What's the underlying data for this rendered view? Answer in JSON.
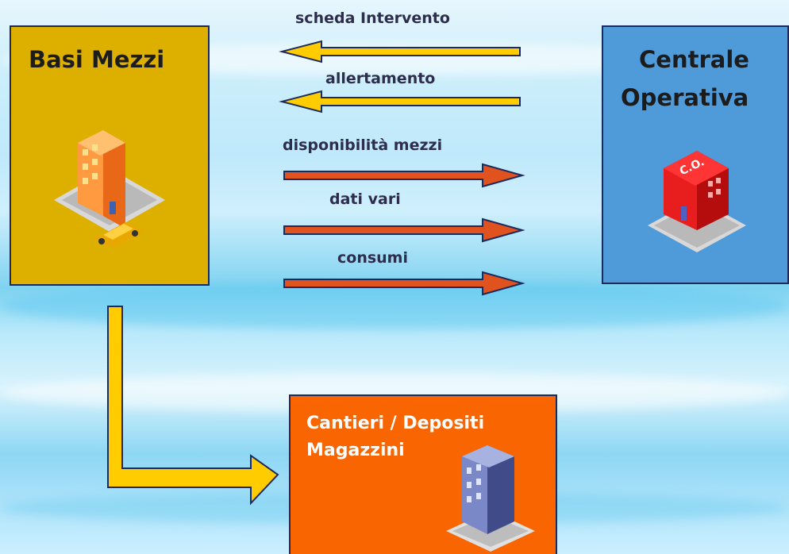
{
  "nodes": {
    "basi_mezzi": {
      "title": "Basi Mezzi",
      "fill": "#ddb000"
    },
    "centrale_operativa": {
      "title_line1": "Centrale",
      "title_line2": "Operativa",
      "fill": "#4f9bda",
      "badge": "C.O."
    },
    "cantieri": {
      "title_line1": "Cantieri / Depositi",
      "title_line2": "Magazzini",
      "fill": "#f96500"
    }
  },
  "arrows": {
    "to_basi": [
      {
        "label": "scheda Intervento",
        "color": "#ffcc00"
      },
      {
        "label": "allertamento",
        "color": "#ffcc00"
      }
    ],
    "to_centrale": [
      {
        "label": "disponibilità mezzi",
        "color": "#e0531f"
      },
      {
        "label": "dati vari",
        "color": "#e0531f"
      },
      {
        "label": "consumi",
        "color": "#e0531f"
      }
    ],
    "to_cantieri": {
      "color": "#ffcc00"
    }
  },
  "icons": {
    "basi_building": "orange-building-with-car-icon",
    "centrale_building": "red-building-icon",
    "cantieri_building": "blue-building-icon"
  }
}
